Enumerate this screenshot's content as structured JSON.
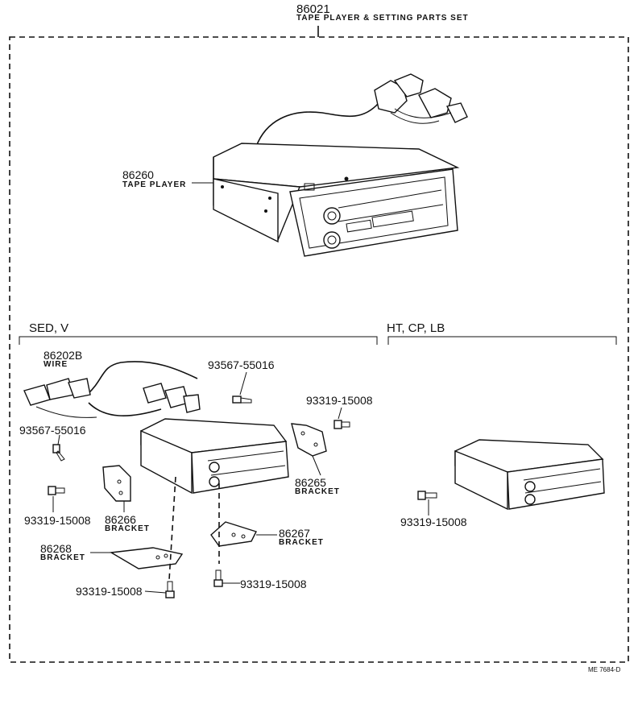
{
  "header": {
    "part_number": "86021",
    "part_name": "TAPE PLAYER & SETTING PARTS SET"
  },
  "sections": {
    "left": "SED, V",
    "right": "HT, CP, LB"
  },
  "parts": {
    "tape_player": {
      "number": "86260",
      "name": "TAPE PLAYER"
    },
    "wire": {
      "number": "86202B",
      "name": "WIRE"
    },
    "screw_top": {
      "number": "93567-55016"
    },
    "screw_left": {
      "number": "93567-55016"
    },
    "bolt_right_top": {
      "number": "93319-15008"
    },
    "bolt_left": {
      "number": "93319-15008"
    },
    "bolt_bottom_left": {
      "number": "93319-15008"
    },
    "bolt_bottom_mid": {
      "number": "93319-15008"
    },
    "bolt_ht": {
      "number": "93319-15008"
    },
    "bracket_86265": {
      "number": "86265",
      "name": "BRACKET"
    },
    "bracket_86266": {
      "number": "86266",
      "name": "BRACKET"
    },
    "bracket_86267": {
      "number": "86267",
      "name": "BRACKET"
    },
    "bracket_86268": {
      "number": "86268",
      "name": "BRACKET"
    }
  },
  "footer": {
    "ref_code": "ME 7684-D"
  }
}
